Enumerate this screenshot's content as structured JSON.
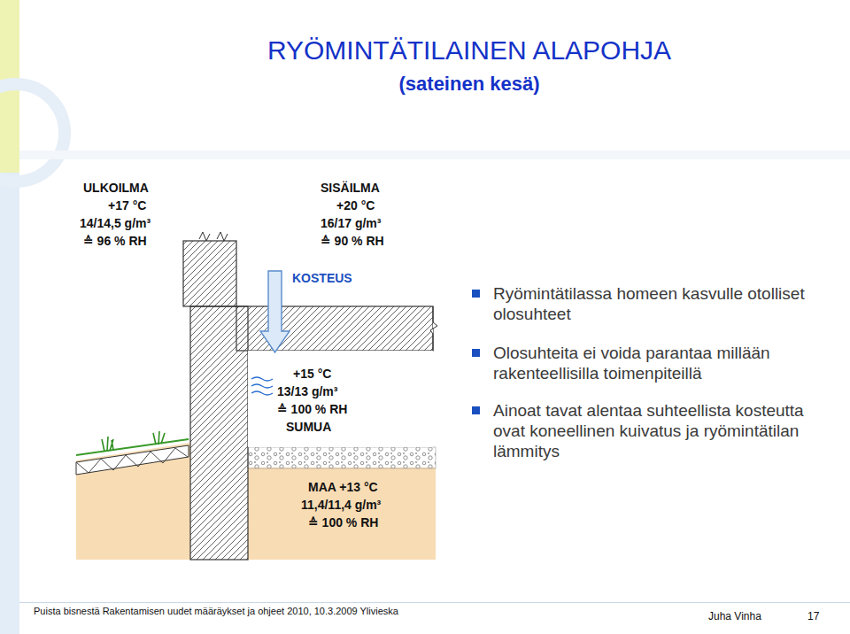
{
  "diagram": {
    "title": "RYÖMINTÄTILAINEN ALAPOHJA",
    "labels": [
      "(sateinen kesä)",
      "ULKOILMA",
      "+17 °C",
      "14/14,5 g/m³",
      "≙ 96 % RH",
      "SISÄILMA",
      "+20 °C",
      "16/17 g/m³",
      "≙ 90 % RH",
      "KOSTEUS",
      "+15 °C",
      "13/13 g/m³",
      "≙ 100 % RH",
      "SUMUA",
      "MAA +13 °C",
      "11,4/11,4 g/m³",
      "≙ 100 % RH",
      "Ryömintätilassa homeen kasvulle otolliset olosuhteet",
      "Olosuhteita ei voida parantaa millään rakenteellisilla toimenpiteillä",
      "Ainoat tavat alentaa suhteellista kosteutta ovat koneellinen kuivatus ja ryömintätilan lämmitys",
      "Puista bisnestä Rakentamisen uudet määräykset ja ohjeet 2010, 10.3.2009 Ylivieska",
      "Juha Vinha",
      "17"
    ]
  }
}
